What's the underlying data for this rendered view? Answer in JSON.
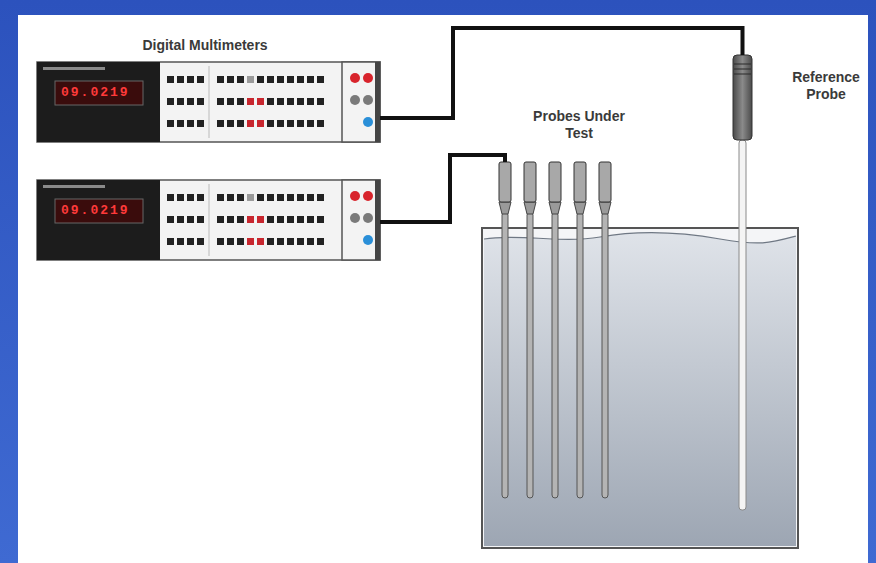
{
  "diagram": {
    "nodes": [
      {
        "text": [
          "09.0219"
        ]
      },
      {
        "text": [
          "09.0219"
        ]
      },
      {
        "text": [
          "Reference Probe"
        ]
      },
      {
        "text": [
          "Probes Under Test"
        ]
      }
    ],
    "edges": [
      {
        "from": 0,
        "to": 2,
        "arrow": "none"
      },
      {
        "from": 1,
        "to": 3,
        "arrow": "none"
      }
    ],
    "labels": [
      "Digital Multimeters"
    ]
  }
}
